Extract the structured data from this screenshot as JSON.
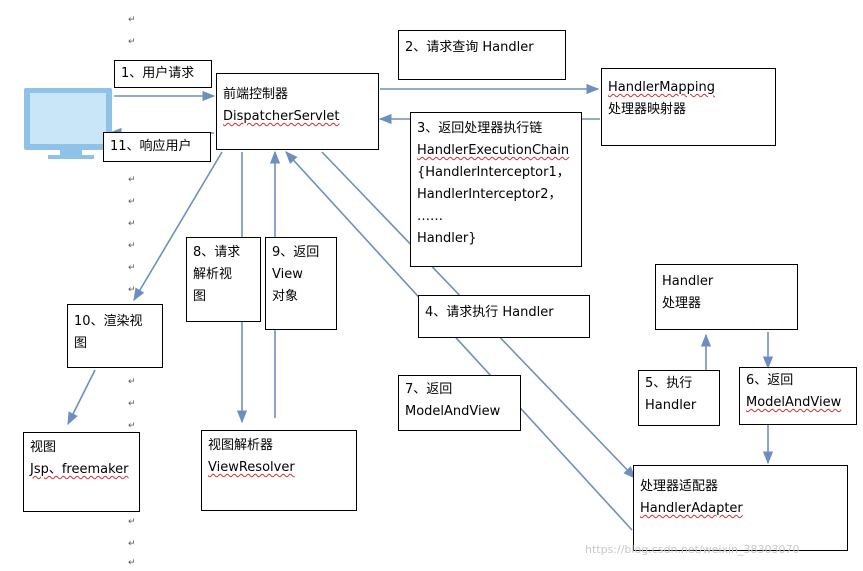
{
  "diagram": {
    "boxes": {
      "user_request": [
        "1、用户请求"
      ],
      "query_handler": [
        "2、请求查询 Handler"
      ],
      "front_controller": [
        "前端控制器",
        "DispatcherServlet"
      ],
      "handler_mapping": [
        "HandlerMapping",
        "处理器映射器"
      ],
      "response_user": [
        "11、响应用户"
      ],
      "execution_chain": [
        "3、返回处理器执行链",
        "HandlerExecutionChain",
        "{HandlerInterceptor1，",
        "HandlerInterceptor2，",
        "……",
        "Handler}"
      ],
      "request_resolve": [
        "8、请求",
        "解析视",
        "图"
      ],
      "return_view": [
        "9、返回",
        "View",
        "对象"
      ],
      "handler": [
        "Handler",
        "处理器"
      ],
      "render_view": [
        "10、渲染视",
        "图"
      ],
      "execute_handler": [
        "4、请求执行 Handler"
      ],
      "exec": [
        "5、执行",
        "Handler"
      ],
      "return_mav_right": [
        "6、返回",
        "ModelAndView"
      ],
      "return_mav_left": [
        "7、返回",
        "ModelAndView"
      ],
      "view": [
        "视图",
        "Jsp、freemaker"
      ],
      "view_resolver": [
        "视图解析器",
        "ViewResolver"
      ],
      "handler_adapter": [
        "处理器适配器",
        "HandlerAdapter"
      ]
    }
  },
  "colors": {
    "arrow": "#6d8fbf",
    "monitor_screen": "#c9e6f8",
    "monitor_frame": "#8fc2e8",
    "spellcheck": "#d03030"
  },
  "icons": {
    "computer": "monitor-icon"
  },
  "watermark": "https://blog.csdn.net/weixin_38303070",
  "paragraph_mark": "↵"
}
